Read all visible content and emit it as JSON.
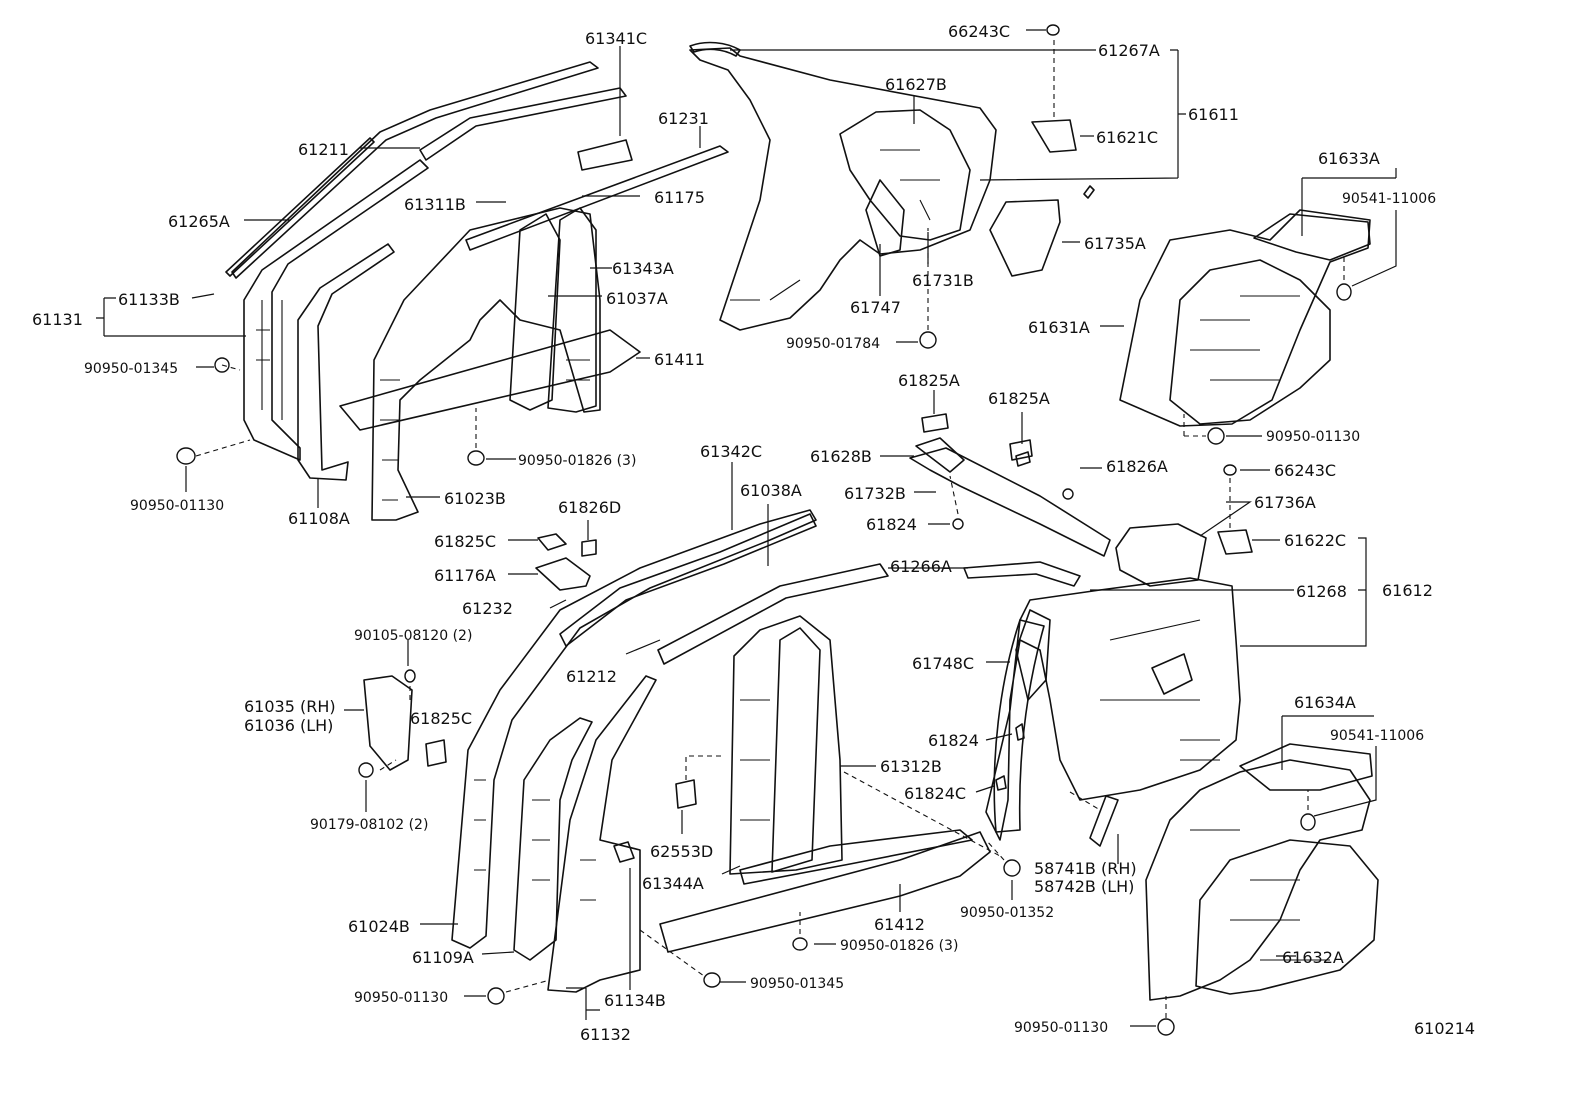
{
  "diagram_code": "610214",
  "callouts": [
    {
      "id": "c1",
      "text": "61341C"
    },
    {
      "id": "c2",
      "text": "61211"
    },
    {
      "id": "c3",
      "text": "61231"
    },
    {
      "id": "c4",
      "text": "61311B"
    },
    {
      "id": "c5",
      "text": "61175"
    },
    {
      "id": "c6",
      "text": "61265A"
    },
    {
      "id": "c7",
      "text": "61343A"
    },
    {
      "id": "c8",
      "text": "61037A"
    },
    {
      "id": "c9",
      "text": "61133B"
    },
    {
      "id": "c10",
      "text": "61131"
    },
    {
      "id": "c11",
      "text": "61411"
    },
    {
      "id": "c12",
      "text": "90950-01345"
    },
    {
      "id": "c13",
      "text": "90950-01826 (3)"
    },
    {
      "id": "c14",
      "text": "61023B"
    },
    {
      "id": "c15",
      "text": "90950-01130"
    },
    {
      "id": "c16",
      "text": "61108A"
    },
    {
      "id": "c17",
      "text": "66243C"
    },
    {
      "id": "c18",
      "text": "61267A"
    },
    {
      "id": "c19",
      "text": "61627B"
    },
    {
      "id": "c20",
      "text": "61611"
    },
    {
      "id": "c21",
      "text": "61621C"
    },
    {
      "id": "c22",
      "text": "61735A"
    },
    {
      "id": "c23",
      "text": "61747"
    },
    {
      "id": "c24",
      "text": "61731B"
    },
    {
      "id": "c25",
      "text": "90950-01784"
    },
    {
      "id": "c26",
      "text": "61633A"
    },
    {
      "id": "c27",
      "text": "90541-11006"
    },
    {
      "id": "c28",
      "text": "61631A"
    },
    {
      "id": "c29",
      "text": "90950-01130"
    },
    {
      "id": "c30",
      "text": "61825A"
    },
    {
      "id": "c31",
      "text": "61825A"
    },
    {
      "id": "c32",
      "text": "61628B"
    },
    {
      "id": "c33",
      "text": "61826A"
    },
    {
      "id": "c34",
      "text": "61732B"
    },
    {
      "id": "c35",
      "text": "61824"
    },
    {
      "id": "c36",
      "text": "66243C"
    },
    {
      "id": "c37",
      "text": "61736A"
    },
    {
      "id": "c38",
      "text": "61622C"
    },
    {
      "id": "c39",
      "text": "61342C"
    },
    {
      "id": "c40",
      "text": "61038A"
    },
    {
      "id": "c41",
      "text": "61826D"
    },
    {
      "id": "c42",
      "text": "61825C"
    },
    {
      "id": "c43",
      "text": "61176A"
    },
    {
      "id": "c44",
      "text": "61266A"
    },
    {
      "id": "c45",
      "text": "61232"
    },
    {
      "id": "c46",
      "text": "61268"
    },
    {
      "id": "c47",
      "text": "61612"
    },
    {
      "id": "c48",
      "text": "90105-08120 (2)"
    },
    {
      "id": "c49",
      "text": "61212"
    },
    {
      "id": "c50",
      "text": "61748C"
    },
    {
      "id": "c51",
      "text": "61035 (RH)"
    },
    {
      "id": "c52",
      "text": "61036 (LH)"
    },
    {
      "id": "c53",
      "text": "61825C"
    },
    {
      "id": "c54",
      "text": "61824"
    },
    {
      "id": "c55",
      "text": "61312B"
    },
    {
      "id": "c56",
      "text": "90179-08102 (2)"
    },
    {
      "id": "c57",
      "text": "61824C"
    },
    {
      "id": "c58",
      "text": "62553D"
    },
    {
      "id": "c59",
      "text": "61344A"
    },
    {
      "id": "c60",
      "text": "58741B (RH)"
    },
    {
      "id": "c61",
      "text": "58742B (LH)"
    },
    {
      "id": "c62",
      "text": "61412"
    },
    {
      "id": "c63",
      "text": "90950-01352"
    },
    {
      "id": "c64",
      "text": "61024B"
    },
    {
      "id": "c65",
      "text": "90950-01826 (3)"
    },
    {
      "id": "c66",
      "text": "61109A"
    },
    {
      "id": "c67",
      "text": "90950-01345"
    },
    {
      "id": "c68",
      "text": "90950-01130"
    },
    {
      "id": "c69",
      "text": "61134B"
    },
    {
      "id": "c70",
      "text": "61132"
    },
    {
      "id": "c71",
      "text": "61634A"
    },
    {
      "id": "c72",
      "text": "90541-11006"
    },
    {
      "id": "c73",
      "text": "61632A"
    },
    {
      "id": "c74",
      "text": "90950-01130"
    }
  ]
}
